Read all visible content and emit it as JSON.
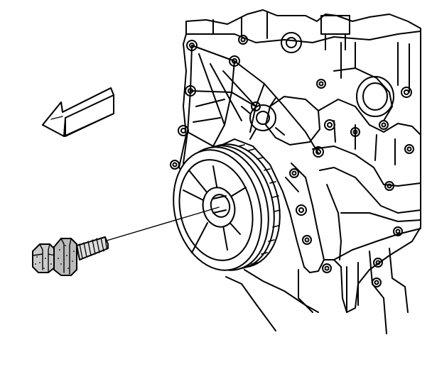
{
  "diagram": {
    "background": "#ffffff",
    "ink": "#000000",
    "parts": [
      {
        "name": "direction-arrow",
        "icon": "left-arrow-icon"
      },
      {
        "name": "crankshaft-balancer-bolt",
        "icon": "hex-bolt-icon"
      },
      {
        "name": "crankshaft-balancer",
        "icon": "pulley-icon"
      },
      {
        "name": "engine-block",
        "icon": "engine-icon"
      }
    ]
  }
}
